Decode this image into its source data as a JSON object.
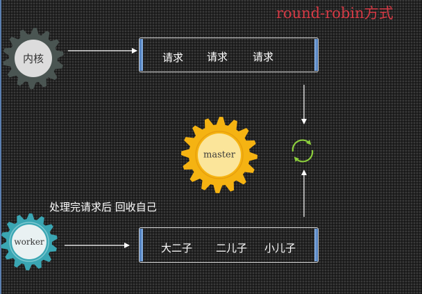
{
  "title": "round-robin方式",
  "kernel": {
    "label": "内核"
  },
  "master": {
    "label": "master"
  },
  "worker": {
    "label": "worker"
  },
  "request_queue": {
    "items": [
      "请求",
      "请求",
      "请求"
    ]
  },
  "worker_pool": {
    "items": [
      "大二子",
      "二儿子",
      "小儿子"
    ]
  },
  "caption": "处理完请求后 回收自己",
  "colors": {
    "title": "#d63a45",
    "kernel_gear": "#4a5552",
    "master_gear": "#f5b312",
    "worker_gear": "#3aa6b3",
    "cycle_arrows": "#8ccf3c"
  }
}
